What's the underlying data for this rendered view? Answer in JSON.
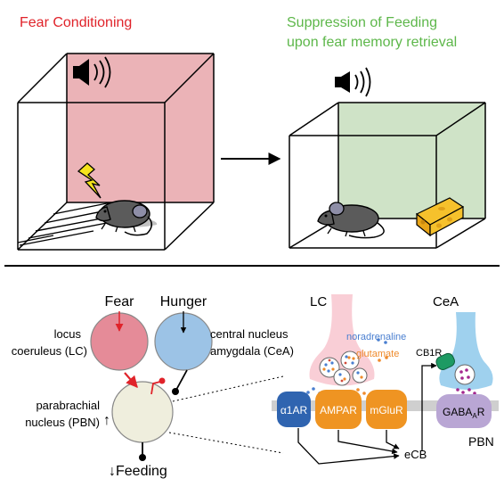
{
  "colors": {
    "fear_red": "#e0232a",
    "feeding_green": "#5db74a",
    "pink_wall": "#ebb3b7",
    "green_wall": "#cfe3c7",
    "lc_pink": "#e58b98",
    "cea_blue": "#9cc3e6",
    "pbn_beige": "#efeedd",
    "receptor_blue": "#2f64b0",
    "receptor_orange": "#ef9422",
    "cb1r_green": "#1d9a63",
    "gaba_purple": "#b9a6d4",
    "noradrenaline_blue": "#4a7fd0",
    "glutamate_orange": "#ef8b2c",
    "gaba_dot_magenta": "#a4278f",
    "cheese_yellow": "#f6c12c",
    "lightning_yellow": "#f5e31c"
  },
  "top_panel": {
    "left_title": "Fear Conditioning",
    "right_title_line1": "Suppression of Feeding",
    "right_title_line2": "upon fear memory retrieval"
  },
  "circuit": {
    "fear_label": "Fear",
    "hunger_label": "Hunger",
    "lc_label_line1": "locus",
    "lc_label_line2": "coeruleus (LC)",
    "cea_label_line1": "central nucleus",
    "cea_label_line2": "amygdala (CeA)",
    "pbn_label_line1": "parabrachial",
    "pbn_label_line2": "nucleus (PBN)",
    "up_arrow": "↑",
    "feeding_label": "↓Feeding"
  },
  "synapse": {
    "lc_label": "LC",
    "cea_label": "CeA",
    "noradrenaline": "noradrenaline",
    "glutamate": "glutamate",
    "cb1r": "CB1R",
    "a1ar": "α1AR",
    "ampar": "AMPAR",
    "mglur": "mGluR",
    "gaba_main": "GABA",
    "gaba_sub": "A",
    "gaba_end": "R",
    "ecb": "eCB",
    "pbn_label": "PBN"
  }
}
